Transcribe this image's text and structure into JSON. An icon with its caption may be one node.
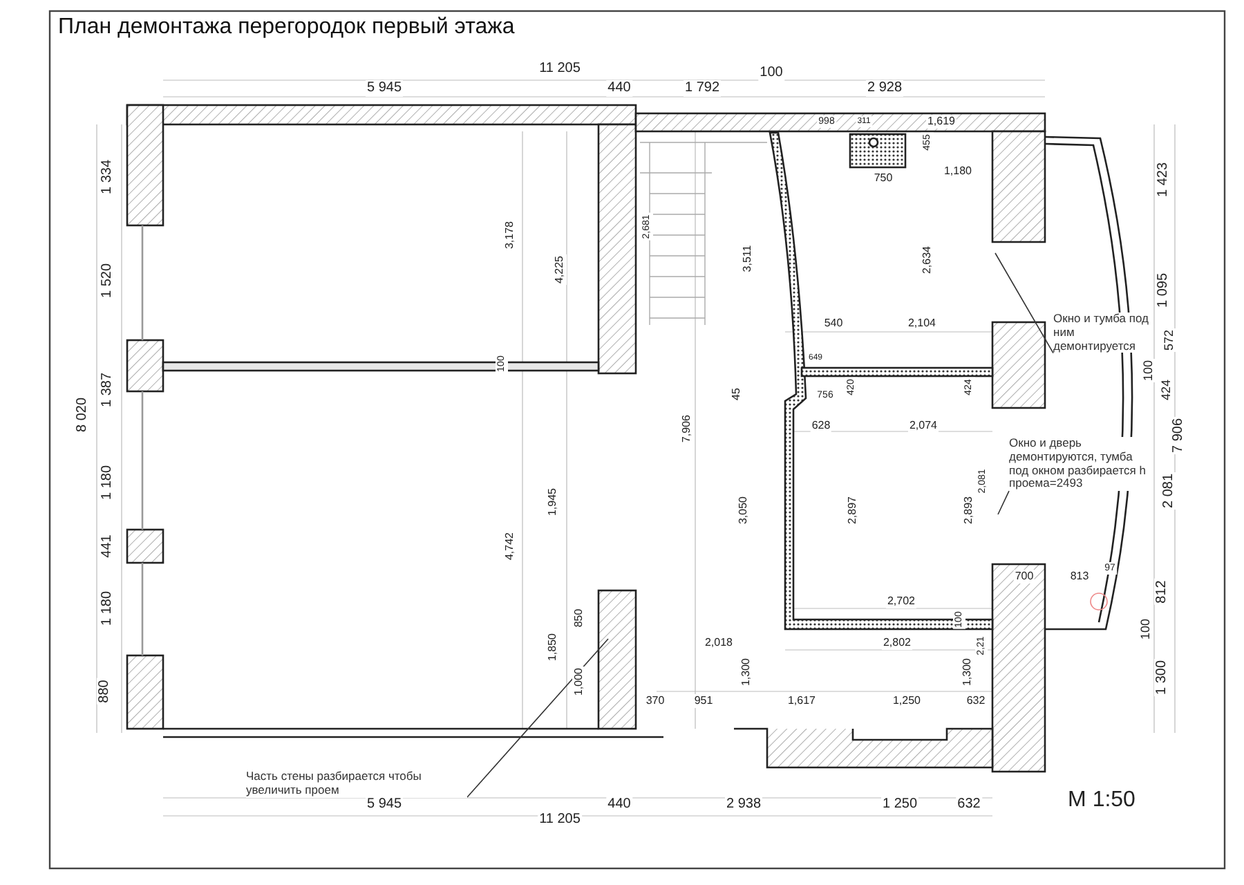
{
  "diagram": {
    "title": "План демонтажа перегородок первый этажа",
    "nodes": [
      {
        "text": [
          "Окно и тумба под ним демонтируется"
        ]
      },
      {
        "text": [
          "Окно и дверь демонтируются, тумба под окном разбирается h проема=2493"
        ]
      },
      {
        "text": [
          "Часть стены разбирается чтобы увеличить проем"
        ]
      }
    ],
    "edges": [
      {
        "from": 0,
        "to": null,
        "arrow": "none"
      },
      {
        "from": 1,
        "to": null,
        "arrow": "none"
      },
      {
        "from": 2,
        "to": null,
        "arrow": "none"
      }
    ],
    "labels": [
      "11 205",
      "100",
      "5 945",
      "440",
      "1 792",
      "2 928",
      "998",
      "311",
      "1,619",
      "455",
      "750",
      "1,180",
      "1 334",
      "1 423",
      "3,178",
      "2,681",
      "4,225",
      "3,511",
      "2,634",
      "1 520",
      "1 095",
      "540",
      "2,104",
      "100",
      "572",
      "100",
      "424",
      "649",
      "756",
      "420",
      "424",
      "8 020",
      "1 387",
      "45",
      "628",
      "2,074",
      "7,906",
      "7 906",
      "1 180",
      "1,945",
      "3,050",
      "2,897",
      "2,893",
      "2,081",
      "2 081",
      "441",
      "4,742",
      "700",
      "813",
      "97",
      "812",
      "2,702",
      "1 180",
      "850",
      "1,850",
      "100",
      "2,018",
      "2,802",
      "2,21",
      "100",
      "880",
      "1,000",
      "1,300",
      "1,300",
      "1 300",
      "370",
      "951",
      "1,617",
      "1,250",
      "632",
      "5 945",
      "440",
      "2 938",
      "1 250",
      "632",
      "М 1:50",
      "11 205"
    ]
  }
}
